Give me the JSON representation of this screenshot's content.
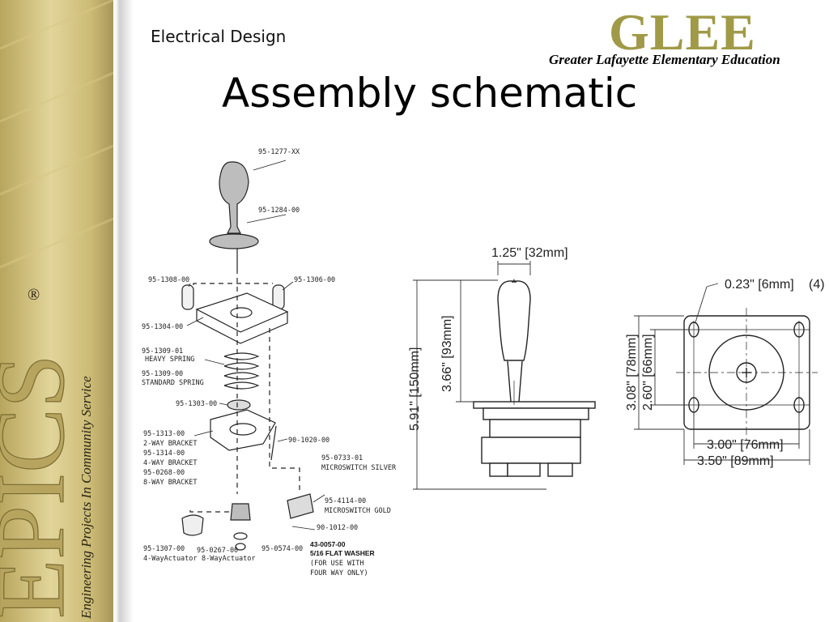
{
  "header": {
    "section": "Electrical Design",
    "title": "Assembly schematic"
  },
  "logo": {
    "name": "GLEE",
    "subtitle": "Greater Lafayette Elementary Education"
  },
  "sidebar": {
    "brand": "EPICS",
    "trademark": "®",
    "tagline": "Engineering Projects In Community Service"
  },
  "exploded_view": {
    "parts": {
      "knob": "95-1277-XX",
      "shaft": "95-1284-00",
      "post_left": "95-1308-00",
      "post_right": "95-1306-00",
      "top_plate": "95-1304-00",
      "heavy_spring_num": "95-1309-01",
      "heavy_spring": "HEAVY  SPRING",
      "standard_spring_num": "95-1309-00",
      "standard_spring": "STANDARD SPRING",
      "collar": "95-1303-00",
      "bracket_2way_num": "95-1313-00",
      "bracket_2way": "2-WAY BRACKET",
      "bracket_4way_num": "95-1314-00",
      "bracket_4way": "4-WAY BRACKET",
      "bracket_8way_num": "95-0268-00",
      "bracket_8way": "8-WAY BRACKET",
      "screw": "90-1020-00",
      "microswitch_silver_num": "95-0733-01",
      "microswitch_silver": "MICROSWITCH SILVER",
      "microswitch_gold_num": "95-4114-00",
      "microswitch_gold": "MICROSWITCH GOLD",
      "small_screw": "90-1012-00",
      "washer_num": "43-0057-00",
      "washer": "5/16 FLAT WASHER",
      "washer_note1": "(FOR USE WITH",
      "washer_note2": "FOUR WAY ONLY)",
      "actuator4_num": "95-1307-00",
      "actuator4": "4-WayActuator",
      "actuator8_num": "95-0267-00",
      "actuator8": "8-WayActuator",
      "e_clip": "95-0574-00"
    }
  },
  "side_view": {
    "knob_width": "1.25\" [32mm]",
    "knob_height": "3.66\" [93mm]",
    "total_height": "5.91\" [150mm]"
  },
  "top_view": {
    "hole": "0.23\" [6mm]",
    "hole_count": "(4)",
    "outer_height": "3.08\" [78mm]",
    "inner_height": "2.60\" [66mm]",
    "inner_width": "3.00\" [76mm]",
    "outer_width": "3.50\" [89mm]"
  }
}
